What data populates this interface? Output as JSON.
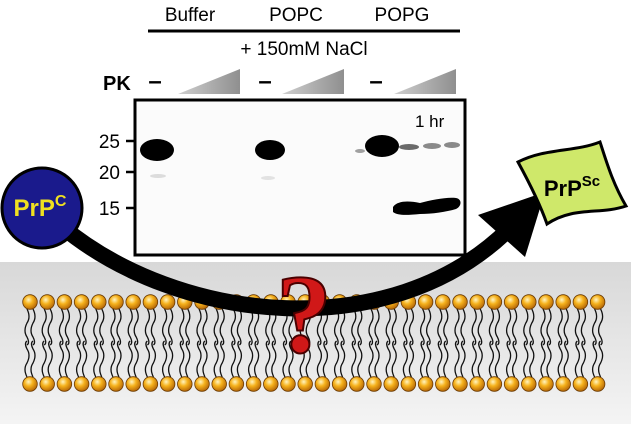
{
  "header": {
    "conditions": [
      {
        "label": "Buffer"
      },
      {
        "label": "POPC"
      },
      {
        "label": "POPG"
      }
    ],
    "salt_label": "+ 150mM NaCl",
    "pk_label": "PK",
    "minus_sign": "–"
  },
  "gel": {
    "time_label": "1 hr",
    "markers": [
      "25",
      "20",
      "15"
    ]
  },
  "left_protein": {
    "base": "PrP",
    "sup": "C"
  },
  "right_protein": {
    "base": "PrP",
    "sup": "Sc"
  },
  "question_mark": "?",
  "colors": {
    "prpc_fill": "#1a1a8c",
    "prpc_text": "#f0e020",
    "prpsc_fill": "#cfe86a",
    "head_gold": "#f2a21a",
    "question_red": "#d01818"
  }
}
